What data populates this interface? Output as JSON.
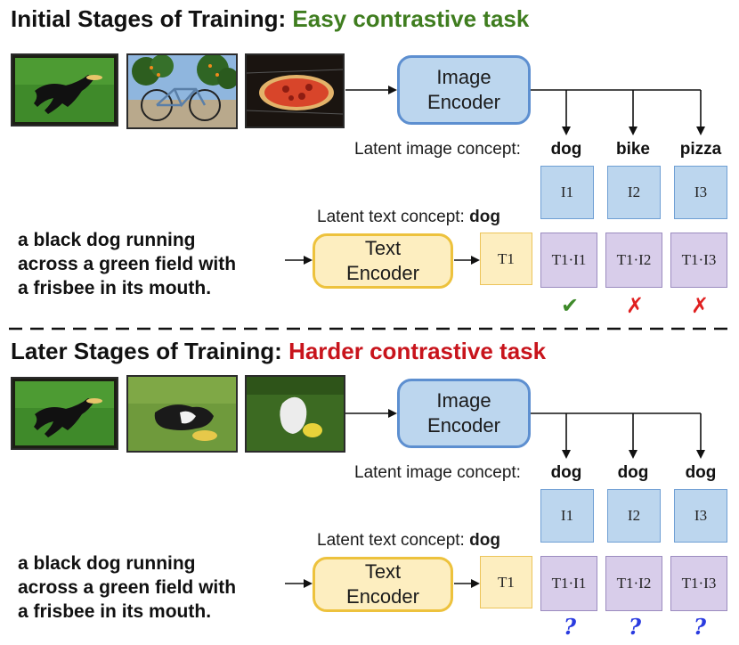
{
  "colors": {
    "easy_title": "#3f7d1f",
    "hard_title": "#c8141c",
    "image_encoder": "#bcd6ee",
    "text_encoder": "#fdeec0",
    "similarity": "#d8cdea",
    "check": "#3e8a2a",
    "cross": "#e02020",
    "question": "#2a3be0"
  },
  "top": {
    "title_prefix": "Initial Stages of Training:",
    "title_task": "Easy contrastive task",
    "image_encoder": [
      "Image",
      "Encoder"
    ],
    "text_encoder": [
      "Text",
      "Encoder"
    ],
    "latent_image_label": "Latent image concept:",
    "image_concepts": [
      "dog",
      "bike",
      "pizza"
    ],
    "latent_text_label": "Latent text concept:",
    "text_concept": "dog",
    "caption": [
      "a black dog running",
      "across a green field with",
      "a frisbee in its mouth."
    ],
    "text_embed": "T1",
    "image_embeds": [
      "I1",
      "I2",
      "I3"
    ],
    "scores": [
      "T1·I1",
      "T1·I2",
      "T1·I3"
    ],
    "marks": [
      "✔",
      "✗",
      "✗"
    ],
    "photos": [
      "dog-frisbee-photo",
      "bicycle-photo",
      "pizza-in-oven-photo"
    ]
  },
  "bottom": {
    "title_prefix": "Later Stages of Training:",
    "title_task": "Harder contrastive task",
    "image_encoder": [
      "Image",
      "Encoder"
    ],
    "text_encoder": [
      "Text",
      "Encoder"
    ],
    "latent_image_label": "Latent image concept:",
    "image_concepts": [
      "dog",
      "dog",
      "dog"
    ],
    "latent_text_label": "Latent text concept:",
    "text_concept": "dog",
    "caption": [
      "a black dog running",
      "across a green field with",
      "a frisbee in its mouth."
    ],
    "text_embed": "T1",
    "image_embeds": [
      "I1",
      "I2",
      "I3"
    ],
    "scores": [
      "T1·I1",
      "T1·I2",
      "T1·I3"
    ],
    "marks": [
      "?",
      "?",
      "?"
    ],
    "photos": [
      "dog-frisbee-photo",
      "dog-lying-with-frisbee-photo",
      "white-dog-frisbee-photo"
    ]
  }
}
